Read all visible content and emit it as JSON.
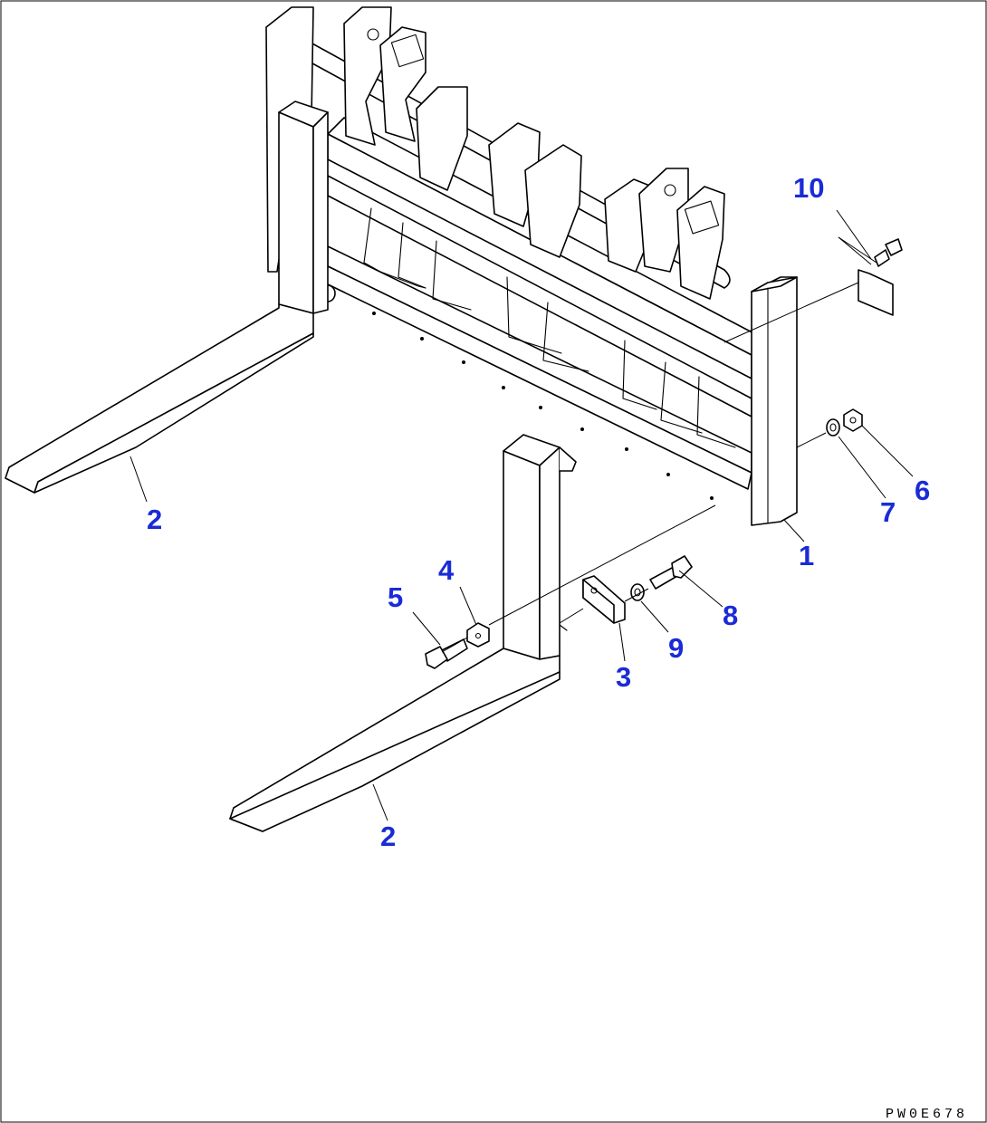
{
  "diagram": {
    "accent_color": "#1a2bd6",
    "drawing_code": "PW0E678",
    "callouts": {
      "c1": "1",
      "c2a": "2",
      "c2b": "2",
      "c3": "3",
      "c4": "4",
      "c5": "5",
      "c6": "6",
      "c7": "7",
      "c8": "8",
      "c9": "9",
      "c10": "10"
    }
  }
}
